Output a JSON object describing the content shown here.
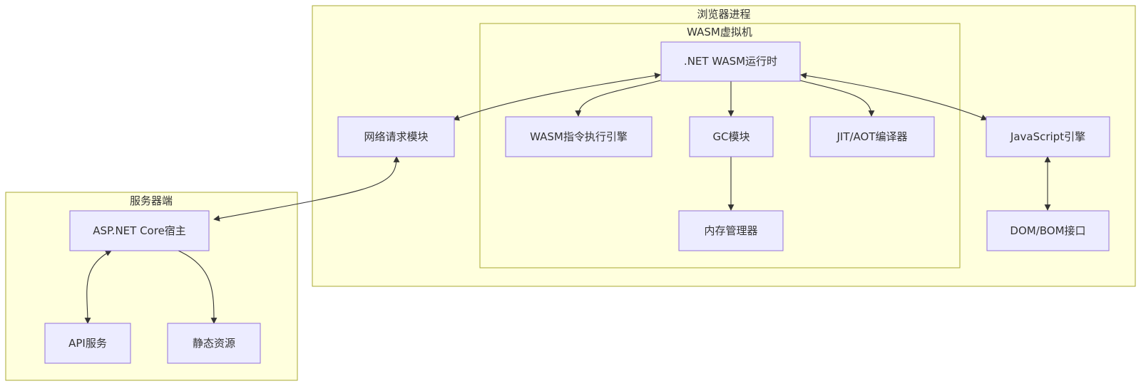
{
  "clusters": {
    "browser": {
      "label": "浏览器进程"
    },
    "wasm_vm": {
      "label": "WASM虚拟机"
    },
    "server": {
      "label": "服务器端"
    }
  },
  "nodes": {
    "runtime": {
      "label": ".NET WASM运行时"
    },
    "network": {
      "label": "网络请求模块"
    },
    "exec": {
      "label": "WASM指令执行引擎"
    },
    "gc": {
      "label": "GC模块"
    },
    "jit": {
      "label": "JIT/AOT编译器"
    },
    "js": {
      "label": "JavaScript引擎"
    },
    "memory": {
      "label": "内存管理器"
    },
    "dom": {
      "label": "DOM/BOM接口"
    },
    "aspnet": {
      "label": "ASP.NET Core宿主"
    },
    "api": {
      "label": "API服务"
    },
    "static": {
      "label": "静态资源"
    }
  },
  "edges": [
    {
      "from": "runtime",
      "to": "network",
      "bidirectional": true
    },
    {
      "from": "runtime",
      "to": "exec",
      "bidirectional": false
    },
    {
      "from": "runtime",
      "to": "gc",
      "bidirectional": false
    },
    {
      "from": "runtime",
      "to": "jit",
      "bidirectional": false
    },
    {
      "from": "runtime",
      "to": "js",
      "bidirectional": true
    },
    {
      "from": "gc",
      "to": "memory",
      "bidirectional": false
    },
    {
      "from": "js",
      "to": "dom",
      "bidirectional": true
    },
    {
      "from": "network",
      "to": "aspnet",
      "bidirectional": true
    },
    {
      "from": "aspnet",
      "to": "api",
      "bidirectional": true
    },
    {
      "from": "aspnet",
      "to": "static",
      "bidirectional": false
    }
  ]
}
